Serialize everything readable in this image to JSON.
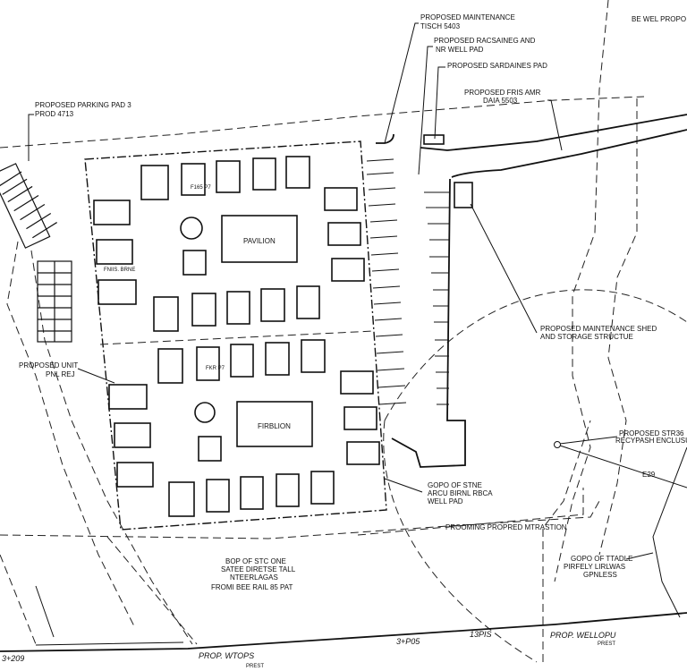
{
  "labels": {
    "maintenance": [
      "PROPOSED MAINTENANCE",
      "TISCH 5403"
    ],
    "racking": [
      "PROPOSED RACSAINEG AND",
      "NR WELL PAD"
    ],
    "sardines": "PROPOSED SARDAINES PAD",
    "fire": [
      "PROPOSED FRIS AMR",
      "DAIA 5503"
    ],
    "top_right": "BE WEL PROPO",
    "parking": [
      "PROPOSED PARKING PAD 3",
      "PROD 4713"
    ],
    "unit": [
      "PROPOSED UNIT",
      "PNL REJ"
    ],
    "pavilion1": "PAVILION",
    "pavilion2": "FIRBLION",
    "shed": [
      "PROPOSED MAINTENANCE SHED",
      "AND STORAGE STRUCTUE"
    ],
    "stone_pad": [
      "GOPO OF STNE",
      "ARCU BIRNL RBCA",
      "WELL PAD"
    ],
    "filtration": "PROOMING PROPRED MTRASTION",
    "storage": [
      "PROPOSED STR36",
      "RECYPASH ENCLUSUS"
    ],
    "wall": [
      "BOP OF STC ONE",
      "SATEE DIRETSE TALL",
      "NTEERLAGAS",
      "FROMI BEE RAIL 85 PAT"
    ],
    "friction": [
      "GOPO OF TTADLE",
      "PIRFELY LIRLWAS",
      "GPNLESS"
    ],
    "prop_wtops": "PROP. WTOPS",
    "prop_well": "PROP. WELLOPU",
    "prest": "PREST",
    "sta1": "3+209",
    "sta2": "3+P05",
    "sta3": "13PIS",
    "dim_129": "E29",
    "p7a": "F165 P7",
    "p7b": "FKR P7",
    "units_label": "FNIIS. BRNE"
  }
}
